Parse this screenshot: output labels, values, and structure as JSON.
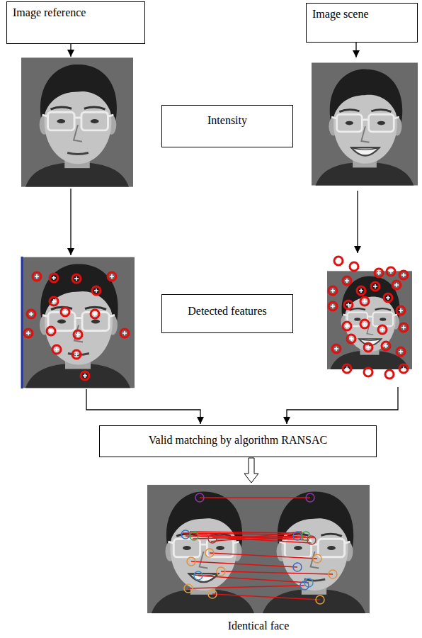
{
  "diagram": {
    "caption": "Identical face",
    "nodes": [
      {
        "text": [
          "Image reference"
        ]
      },
      {
        "text": [
          "Image scene"
        ]
      },
      {
        "text": [
          "Intensity"
        ]
      },
      {
        "text": [
          "Detected features"
        ]
      },
      {
        "text": [
          "Valid matching by algorithm RANSAC"
        ]
      }
    ]
  }
}
